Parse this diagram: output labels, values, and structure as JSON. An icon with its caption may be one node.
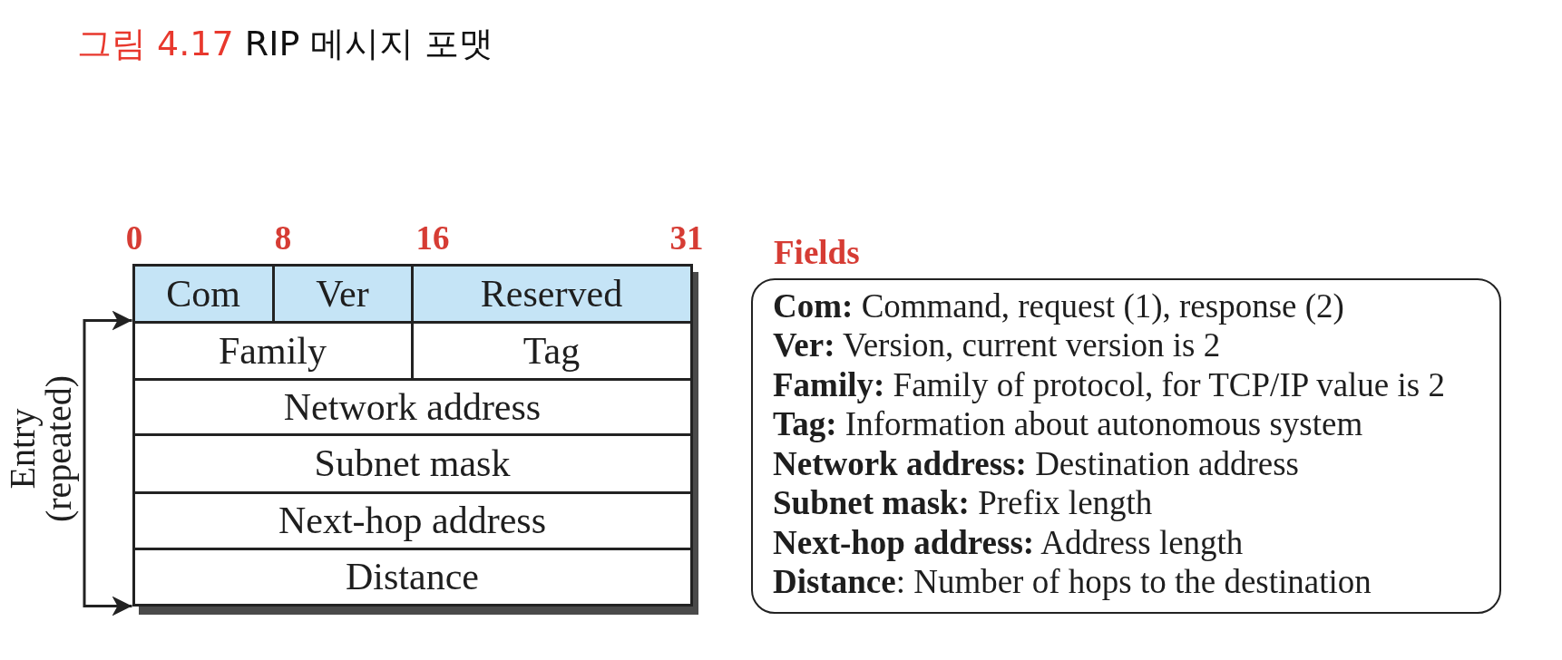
{
  "diagram": {
    "title": "그림 4.17 RIP 메시지 포맷",
    "nodes": [
      {
        "text": [
          "Com"
        ]
      },
      {
        "text": [
          "Ver"
        ]
      },
      {
        "text": [
          "Reserved"
        ]
      },
      {
        "text": [
          "Family"
        ]
      },
      {
        "text": [
          "Tag"
        ]
      },
      {
        "text": [
          "Network address"
        ]
      },
      {
        "text": [
          "Subnet mask"
        ]
      },
      {
        "text": [
          "Next-hop address"
        ]
      },
      {
        "text": [
          "Distance"
        ]
      },
      {
        "text": [
          "Fields",
          "**Com:** Command, request (1), response (2)",
          "**Ver:** Version, current version is 2",
          "**Family:** Family of protocol, for TCP/IP value is 2",
          "**Tag:** Information about autonomous system",
          "**Network address:** Destination address",
          "**Subnet mask:** Prefix length",
          "**Next-hop address:** Address length",
          "**Distance**: Number of hops to the destination"
        ]
      }
    ],
    "edges": [
      {
        "from": 3,
        "to": 8,
        "arrow": "both",
        "label": "Entry (repeated)"
      }
    ],
    "labels": [
      "0",
      "8",
      "16",
      "31"
    ]
  }
}
